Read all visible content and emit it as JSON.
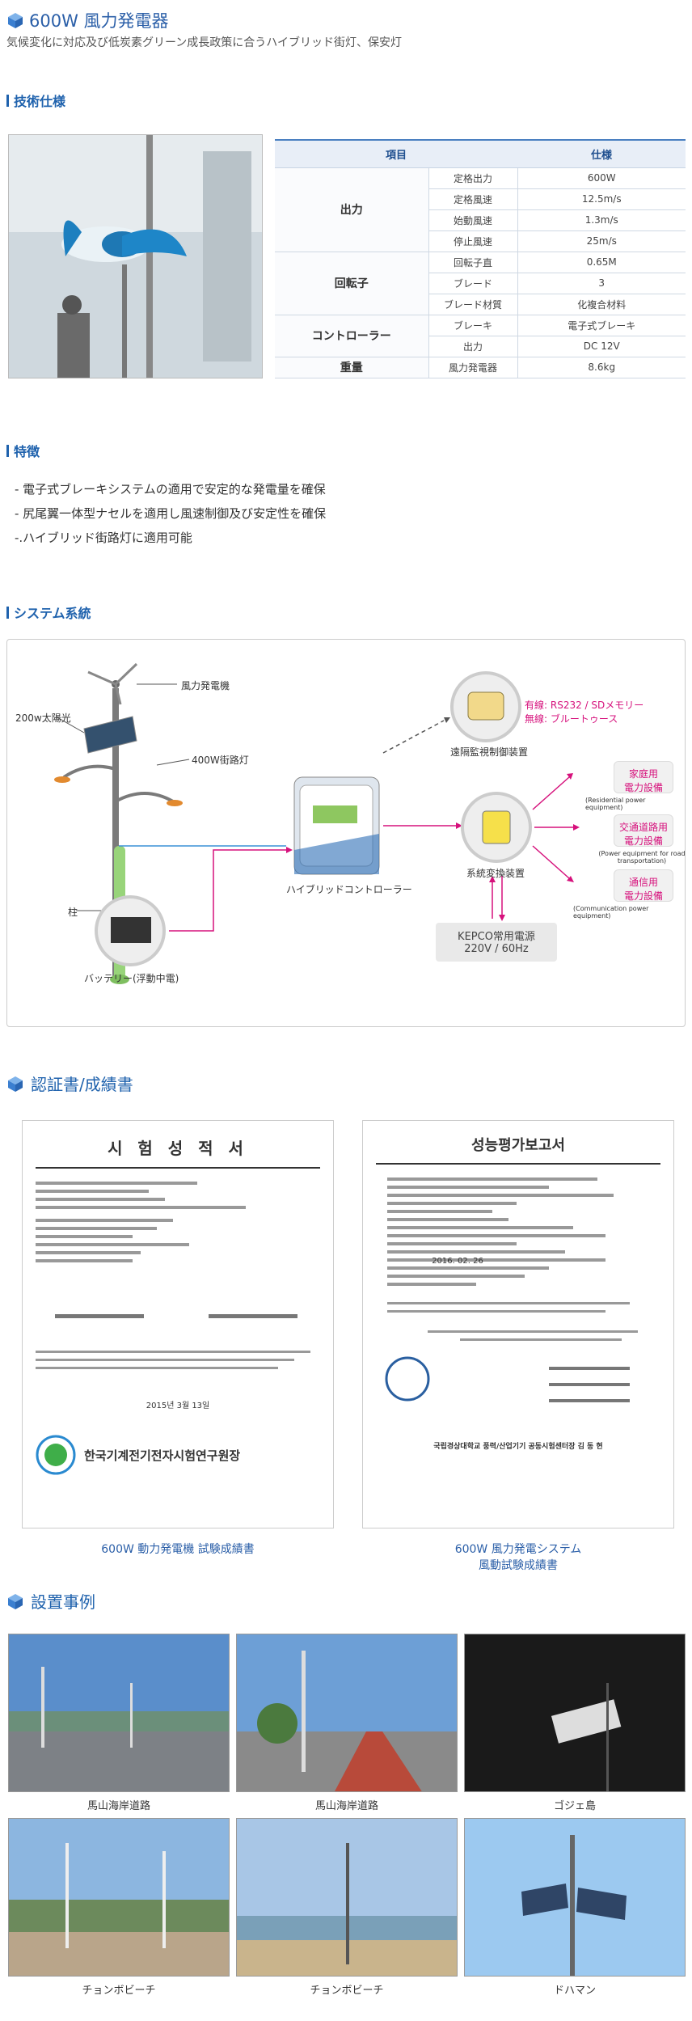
{
  "header": {
    "title": "600W 風力発電器",
    "subtitle": "気候変化に対応及び低炭素グリーン成長政策に合うハイブリッド街灯、保安灯"
  },
  "sections": {
    "spec": "技術仕様",
    "features": "特徴",
    "system": "システム系統",
    "certs": "認証書/成績書",
    "cases": "設置事例"
  },
  "spec_table": {
    "head": [
      "項目",
      "仕様"
    ],
    "groups": [
      {
        "name": "出力",
        "rows": [
          [
            "定格出力",
            "600W"
          ],
          [
            "定格風速",
            "12.5m/s"
          ],
          [
            "始動風速",
            "1.3m/s"
          ],
          [
            "停止風速",
            "25m/s"
          ]
        ]
      },
      {
        "name": "回転子",
        "rows": [
          [
            "回転子直",
            "0.65M"
          ],
          [
            "ブレード",
            "3"
          ],
          [
            "ブレード材質",
            "化複合材料"
          ]
        ]
      },
      {
        "name": "コントローラー",
        "rows": [
          [
            "ブレーキ",
            "電子式ブレーキ"
          ],
          [
            "出力",
            "DC 12V"
          ]
        ]
      },
      {
        "name": "重量",
        "rows": [
          [
            "風力発電器",
            "8.6kg"
          ]
        ]
      }
    ]
  },
  "features": [
    "- 電子式ブレーキシステムの適用で安定的な発電量を確保",
    "- 尻尾翼一体型ナセルを適用し風速制御及び安定性を確保",
    "-.ハイブリッド街路灯に適用可能"
  ],
  "system": {
    "wind": "風力発電機",
    "solar": "200w太陽光",
    "lamp": "400W街路灯",
    "pole": "柱",
    "battery": "バッテリー(浮動中電)",
    "controller": "ハイブリッドコントローラー",
    "remote": "遠隔監視制御装置",
    "converter": "系統変換装置",
    "comm1": "有線: RS232 / SDメモリー",
    "comm2": "無線: ブルートゥース",
    "kepco1": "KEPCO常用電源",
    "kepco2": "220V / 60Hz",
    "loads": [
      {
        "l1": "家庭用",
        "l2": "電力設備",
        "en": "(Residential power equipment)"
      },
      {
        "l1": "交通道路用",
        "l2": "電力設備",
        "en": "(Power equipment for road transportation)"
      },
      {
        "l1": "通信用",
        "l2": "電力設備",
        "en": "(Communication power equipment)"
      }
    ]
  },
  "certs": [
    {
      "title": "시 험 성 적 서",
      "org": "한국기계전기전자시험연구원장",
      "date": "2015년   3월   13일",
      "cap1": "600W 動力発電機 試験成績書",
      "cap2": ""
    },
    {
      "title": "성능평가보고서",
      "org": "국립경상대학교 풍력/산업기기 공동시험센터장  김 동 현",
      "date": "2016. 02. 26",
      "cap1": "600W 風力発電システム",
      "cap2": "風動試験成績書"
    }
  ],
  "photos": [
    "馬山海岸道路",
    "馬山海岸道路",
    "ゴジェ島",
    "チョンボビーチ",
    "チョンボビーチ",
    "ドハマン"
  ]
}
